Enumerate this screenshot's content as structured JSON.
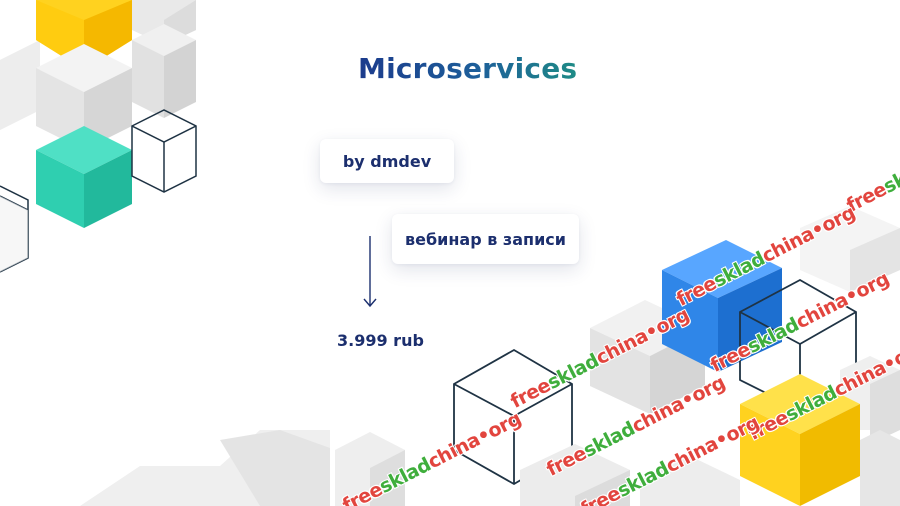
{
  "heading": {
    "title": "Microservices"
  },
  "cards": {
    "author": "by dmdev",
    "format": "вебинар в записи"
  },
  "price": {
    "text": "3.999 rub"
  },
  "watermark": {
    "text": "freeskladchina.org",
    "part_free": "free",
    "part_sklad": "sklad",
    "part_china": "china",
    "part_org": "org"
  },
  "colors": {
    "title_start": "#1c3b8c",
    "title_end": "#1e8b86",
    "card_text": "#1c2f6e",
    "cube_yellow": "#ffd21f",
    "cube_teal": "#33d1b3",
    "cube_blue": "#2f86e8",
    "cube_gray": "#e6e6e6",
    "cube_outline": "#1f3344",
    "watermark_red": "#e2453e",
    "watermark_green": "#3fae3c"
  },
  "icons": {
    "flow_arrow": "arrow-down-icon"
  }
}
